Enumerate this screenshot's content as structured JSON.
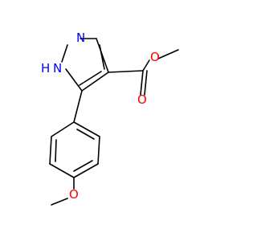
{
  "molecule": {
    "atoms": {
      "n1": {
        "symbol": "N",
        "color": "#0000ff"
      },
      "nh": {
        "symbol": "H",
        "prefix": "H",
        "n": "N",
        "color": "#0000ff"
      },
      "o_carbonyl": {
        "symbol": "O",
        "color": "#ff0000"
      },
      "o_ester": {
        "symbol": "O",
        "color": "#ff0000"
      },
      "o_methoxy": {
        "symbol": "O",
        "color": "#ff0000"
      }
    }
  }
}
